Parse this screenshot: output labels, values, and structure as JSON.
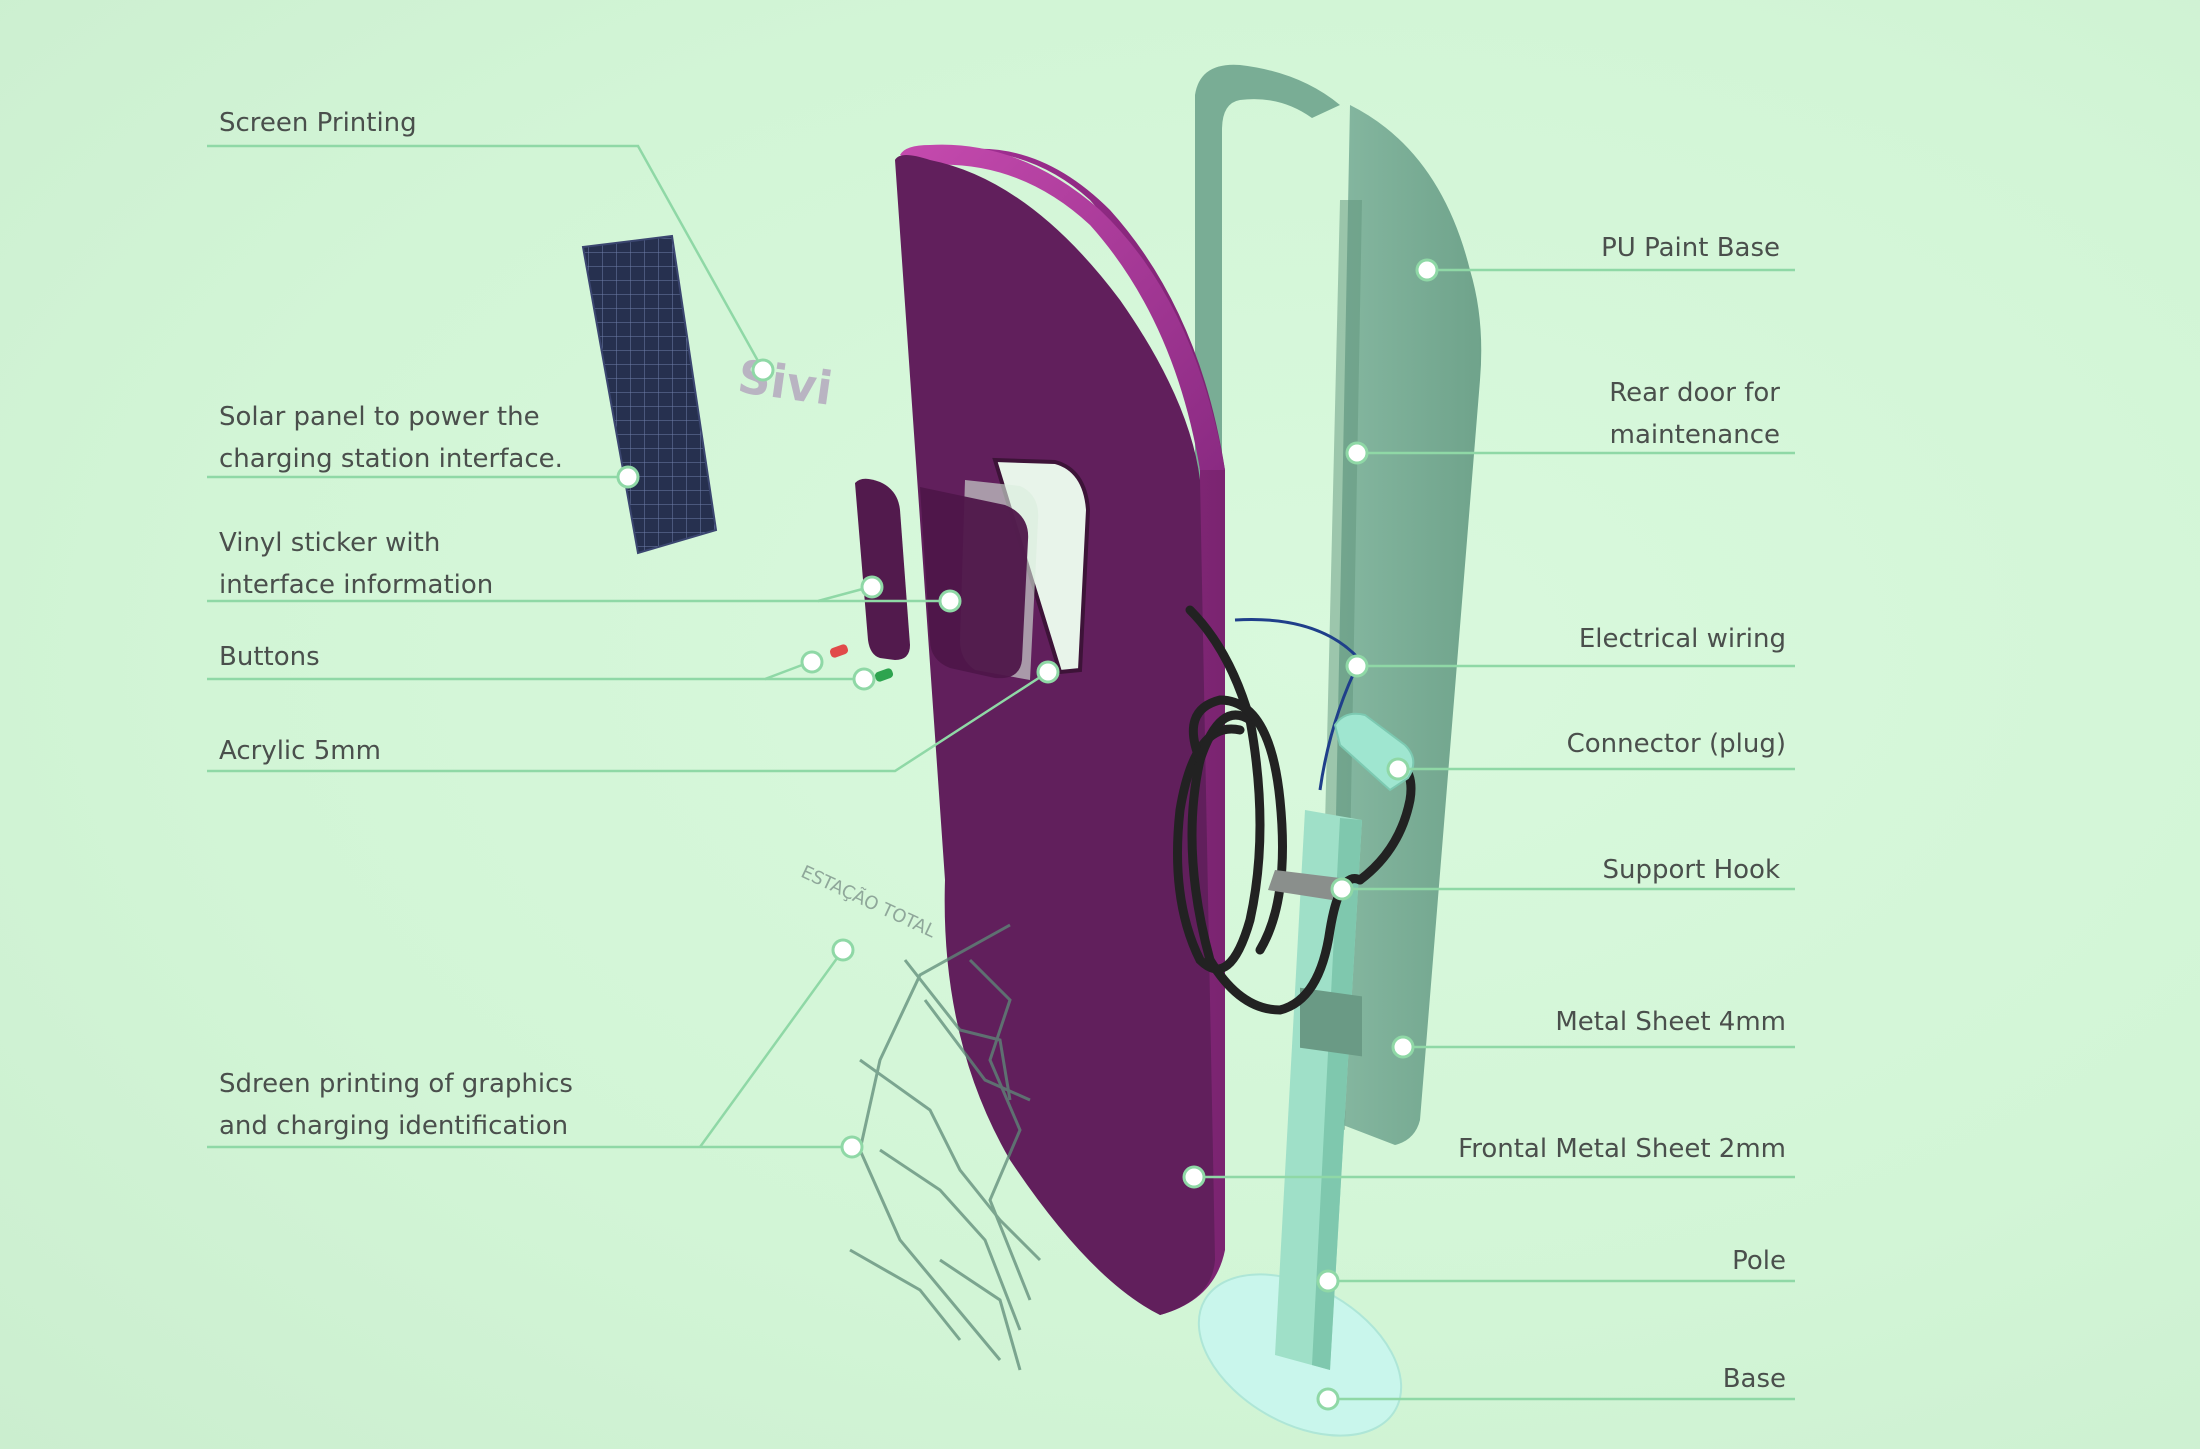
{
  "colors": {
    "background": "#d4f7d8",
    "leader_line": "#8fd8a6",
    "label_text": "#4a4f4c",
    "front_shell": "#611f5c",
    "front_shell_highlight": "#c03fa7",
    "rear_door": "#7aae97",
    "pole": "#9fe0c8",
    "base": "#c8f5ea",
    "cable": "#1f1f1f",
    "solar_panel": "#2a3456"
  },
  "decor_text": {
    "logo": "Sivi",
    "graphic": "ESTAÇÃO TOTAL"
  },
  "labels_left": [
    {
      "id": "screen-printing",
      "lines": [
        "Screen Printing"
      ]
    },
    {
      "id": "solar-panel",
      "lines": [
        "Solar panel to power the",
        "charging station interface."
      ]
    },
    {
      "id": "vinyl-sticker",
      "lines": [
        "Vinyl sticker with",
        "interface information"
      ]
    },
    {
      "id": "buttons",
      "lines": [
        "Buttons"
      ]
    },
    {
      "id": "acrylic",
      "lines": [
        "Acrylic 5mm"
      ]
    },
    {
      "id": "graphics-printing",
      "lines": [
        "Sdreen printing of graphics",
        "and charging identification"
      ]
    }
  ],
  "labels_right": [
    {
      "id": "pu-paint",
      "lines": [
        "PU Paint Base"
      ]
    },
    {
      "id": "rear-door",
      "lines": [
        "Rear door for",
        "maintenance"
      ]
    },
    {
      "id": "electrical-wiring",
      "lines": [
        "Electrical wiring"
      ]
    },
    {
      "id": "connector",
      "lines": [
        "Connector (plug)"
      ]
    },
    {
      "id": "support-hook",
      "lines": [
        "Support Hook"
      ]
    },
    {
      "id": "metal-sheet-4mm",
      "lines": [
        "Metal Sheet 4mm"
      ]
    },
    {
      "id": "frontal-sheet-2mm",
      "lines": [
        "Frontal Metal Sheet 2mm"
      ]
    },
    {
      "id": "pole",
      "lines": [
        "Pole"
      ]
    },
    {
      "id": "base",
      "lines": [
        "Base"
      ]
    }
  ]
}
